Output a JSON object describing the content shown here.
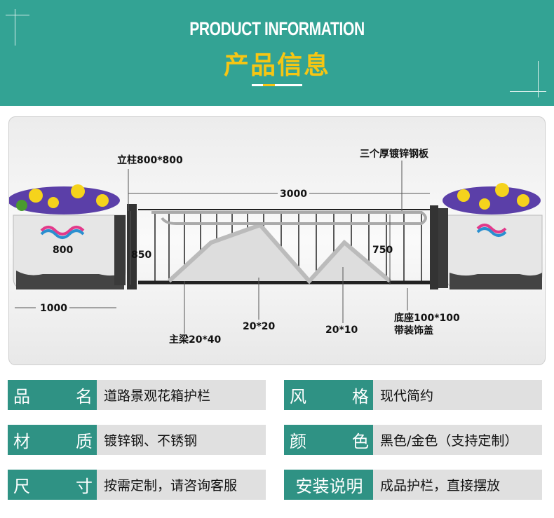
{
  "header": {
    "title_en": "PRODUCT INFORMATION",
    "title_cn": "产品信息"
  },
  "diagram": {
    "post": "立柱800*800",
    "plates": "三个厚镀锌钢板",
    "length": "3000",
    "height_left": "850",
    "height_right": "750",
    "box_height": "800",
    "box_width": "1000",
    "mid": "20*20",
    "bar": "20*10",
    "beam": "主梁20*40",
    "base1": "底座100*100",
    "base2": "带装饰盖"
  },
  "specs": [
    {
      "label": [
        "品",
        "名"
      ],
      "value": "道路景观花箱护栏"
    },
    {
      "label": [
        "风",
        "格"
      ],
      "value": "现代简约"
    },
    {
      "label": [
        "材",
        "质"
      ],
      "value": "镀锌钢、不锈钢"
    },
    {
      "label": [
        "颜",
        "色"
      ],
      "value": "黑色/金色（支持定制）"
    },
    {
      "label": [
        "尺",
        "寸"
      ],
      "value": "按需定制，请咨询客服"
    },
    {
      "label": [
        "安装说明",
        ""
      ],
      "value": "成品护栏，直接摆放"
    }
  ],
  "colors": {
    "teal": "#33a394",
    "yellow": "#f7c613",
    "label_bg": "#2f9284",
    "value_bg": "#e0e0e0"
  }
}
